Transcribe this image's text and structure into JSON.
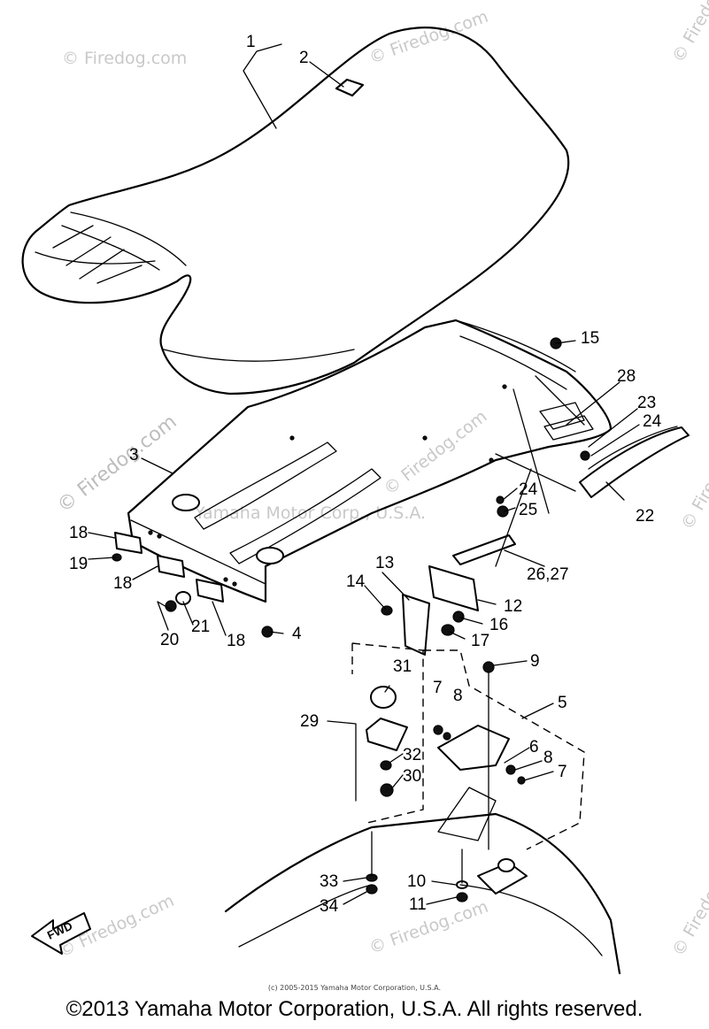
{
  "watermark": {
    "text_short": "© Firedog.com",
    "text_long": "Yamaha Motor Corp., U.S.A."
  },
  "callouts": {
    "c1": "1",
    "c2": "2",
    "c3": "3",
    "c4": "4",
    "c5": "5",
    "c6": "6",
    "c7a": "7",
    "c7b": "7",
    "c8a": "8",
    "c8b": "8",
    "c9": "9",
    "c10": "10",
    "c11": "11",
    "c12": "12",
    "c13": "13",
    "c14": "14",
    "c15": "15",
    "c16": "16",
    "c17": "17",
    "c18a": "18",
    "c18b": "18",
    "c18c": "18",
    "c19": "19",
    "c20": "20",
    "c21": "21",
    "c22": "22",
    "c23": "23",
    "c24a": "24",
    "c24b": "24",
    "c25": "25",
    "c26_27": "26,27",
    "c28": "28",
    "c29": "29",
    "c30": "30",
    "c31": "31",
    "c32": "32",
    "c33": "33",
    "c34": "34"
  },
  "fwd_label": "FWD",
  "small_copyright": "(c) 2005-2015 Yamaha Motor Corporation, U.S.A.",
  "copyright": "©2013 Yamaha Motor Corporation, U.S.A. All rights reserved.",
  "colors": {
    "line": "#000000",
    "watermark": "#c8c8c8",
    "background": "#ffffff"
  }
}
